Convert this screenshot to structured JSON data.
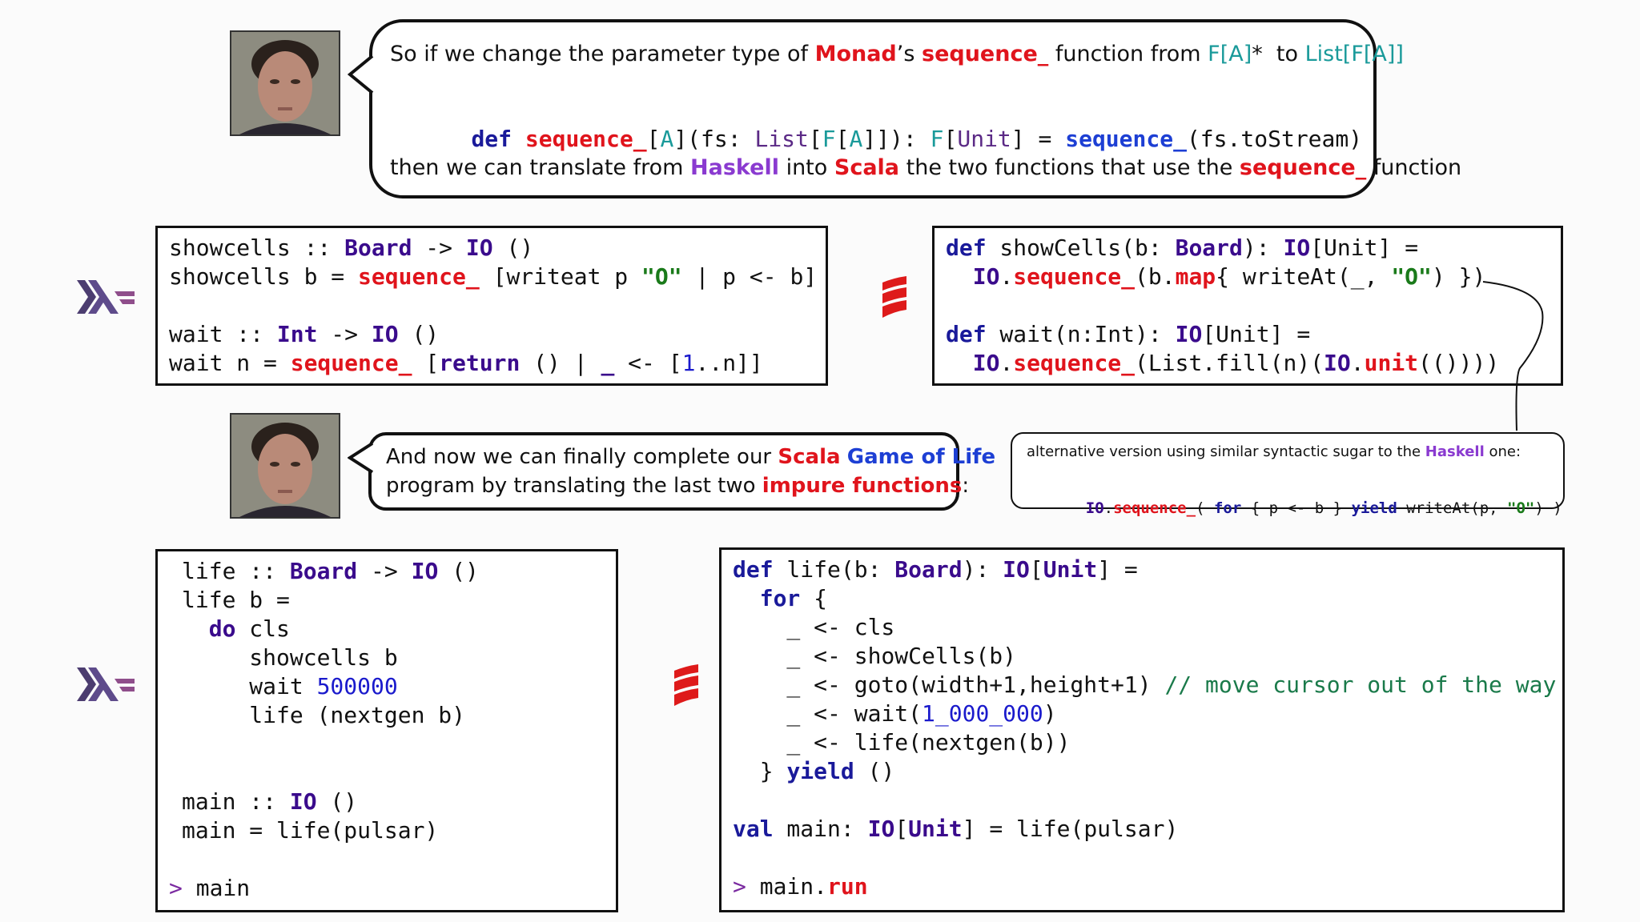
{
  "bubble1": {
    "line1": [
      {
        "t": "So if we change the parameter type of ",
        "c": ""
      },
      {
        "t": "Monad",
        "c": "red"
      },
      {
        "t": "’s ",
        "c": ""
      },
      {
        "t": "sequence_",
        "c": "red"
      },
      {
        "t": " function from ",
        "c": ""
      },
      {
        "t": "F[A]",
        "c": "teal"
      },
      {
        "t": "*  to ",
        "c": ""
      },
      {
        "t": "List[F[A]]",
        "c": "teal"
      }
    ],
    "code": "def sequence_[A](fs: List[F[A]]): F[Unit] = sequence_(fs.toStream)",
    "line3": [
      {
        "t": "then we can translate from ",
        "c": ""
      },
      {
        "t": "Haskell",
        "c": "pur"
      },
      {
        "t": " into ",
        "c": ""
      },
      {
        "t": "Scala",
        "c": "red"
      },
      {
        "t": " the two functions that use the ",
        "c": ""
      },
      {
        "t": "sequence_",
        "c": "red"
      },
      {
        "t": " function",
        "c": ""
      }
    ]
  },
  "bubble2": {
    "line1": [
      {
        "t": "And now we can finally complete our ",
        "c": ""
      },
      {
        "t": "Scala",
        "c": "red"
      },
      {
        "t": " ",
        "c": ""
      },
      {
        "t": "Game of Life",
        "c": "blue"
      }
    ],
    "line2": [
      {
        "t": "program by translating the last two ",
        "c": ""
      },
      {
        "t": "impure functions",
        "c": "red"
      },
      {
        "t": ":",
        "c": ""
      }
    ]
  },
  "note": {
    "text": [
      {
        "t": "alternative version using similar syntactic sugar to the ",
        "c": ""
      },
      {
        "t": "Haskell",
        "c": "pur"
      },
      {
        "t": " one:",
        "c": ""
      }
    ],
    "code": "IO.sequence_( for { p <- b } yield writeAt(p, \"O\") )"
  },
  "haskell_top": [
    "showcells :: Board -> IO ()",
    "showcells b = sequence_ [writeat p \"O\" | p <- b]",
    "",
    "wait :: Int -> IO ()",
    "wait n = sequence_ [return () | _ <- [1..n]]"
  ],
  "scala_top": [
    "def showCells(b: Board): IO[Unit] =",
    "  IO.sequence_(b.map{ writeAt(_, \"O\") })",
    "",
    "def wait(n:Int): IO[Unit] =",
    "  IO.sequence_(List.fill(n)(IO.unit(())))"
  ],
  "haskell_bottom": [
    "life :: Board -> IO ()",
    "life b =",
    "  do cls",
    "     showcells b",
    "     wait 500000",
    "     life (nextgen b)",
    "",
    "",
    "main :: IO ()",
    "main = life(pulsar)",
    "",
    "> main"
  ],
  "scala_bottom": [
    "def life(b: Board): IO[Unit] =",
    "  for {",
    "    _ <- cls",
    "    _ <- showCells(b)",
    "    _ <- goto(width+1,height+1) // move cursor out of the way",
    "    _ <- wait(1_000_000)",
    "    _ <- life(nextgen(b))",
    "  } yield ()",
    "",
    "val main: IO[Unit] = life(pulsar)",
    "",
    "> main.run"
  ],
  "colors": {
    "haskell_logo": "#5e4b8b",
    "scala_logo": "#de1a1a",
    "border": "#111111"
  },
  "icons": [
    "person-photo",
    "haskell-logo",
    "scala-logo"
  ]
}
